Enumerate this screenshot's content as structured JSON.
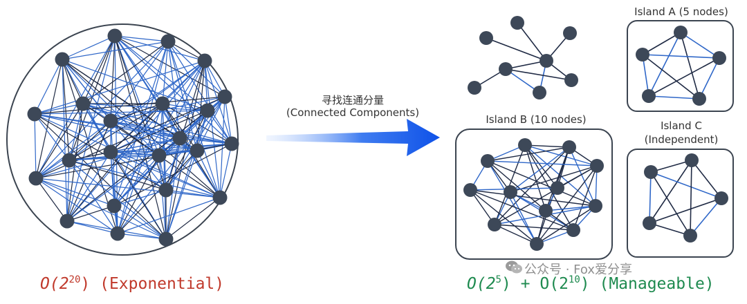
{
  "colors": {
    "node": "#3d4858",
    "edge_dark": "#1f2a44",
    "edge_blue": "#2f67c8",
    "container": "#3b4450",
    "arrow": "#1a5ce6",
    "exp_text": "#c0392b",
    "manage_text": "#1e8a4f",
    "watermark": "#8f8f8f"
  },
  "arrow": {
    "label_cn": "寻找连通分量",
    "label_en": "(Connected Components)"
  },
  "left_caption": {
    "base": "O(2",
    "exp": "20",
    "tail": ") (Exponential)"
  },
  "right_caption": {
    "p1": "O(2",
    "e1": "5",
    "p2": ") + O(2",
    "e2": "10",
    "p3": ") (Manageable)"
  },
  "islands": {
    "a_label": "Island A (5 nodes)",
    "b_label": "Island B (10 nodes)",
    "c_label": "Island C",
    "c_sub": "(Independent)"
  },
  "watermark": "公众号 · Fox爱分享"
}
